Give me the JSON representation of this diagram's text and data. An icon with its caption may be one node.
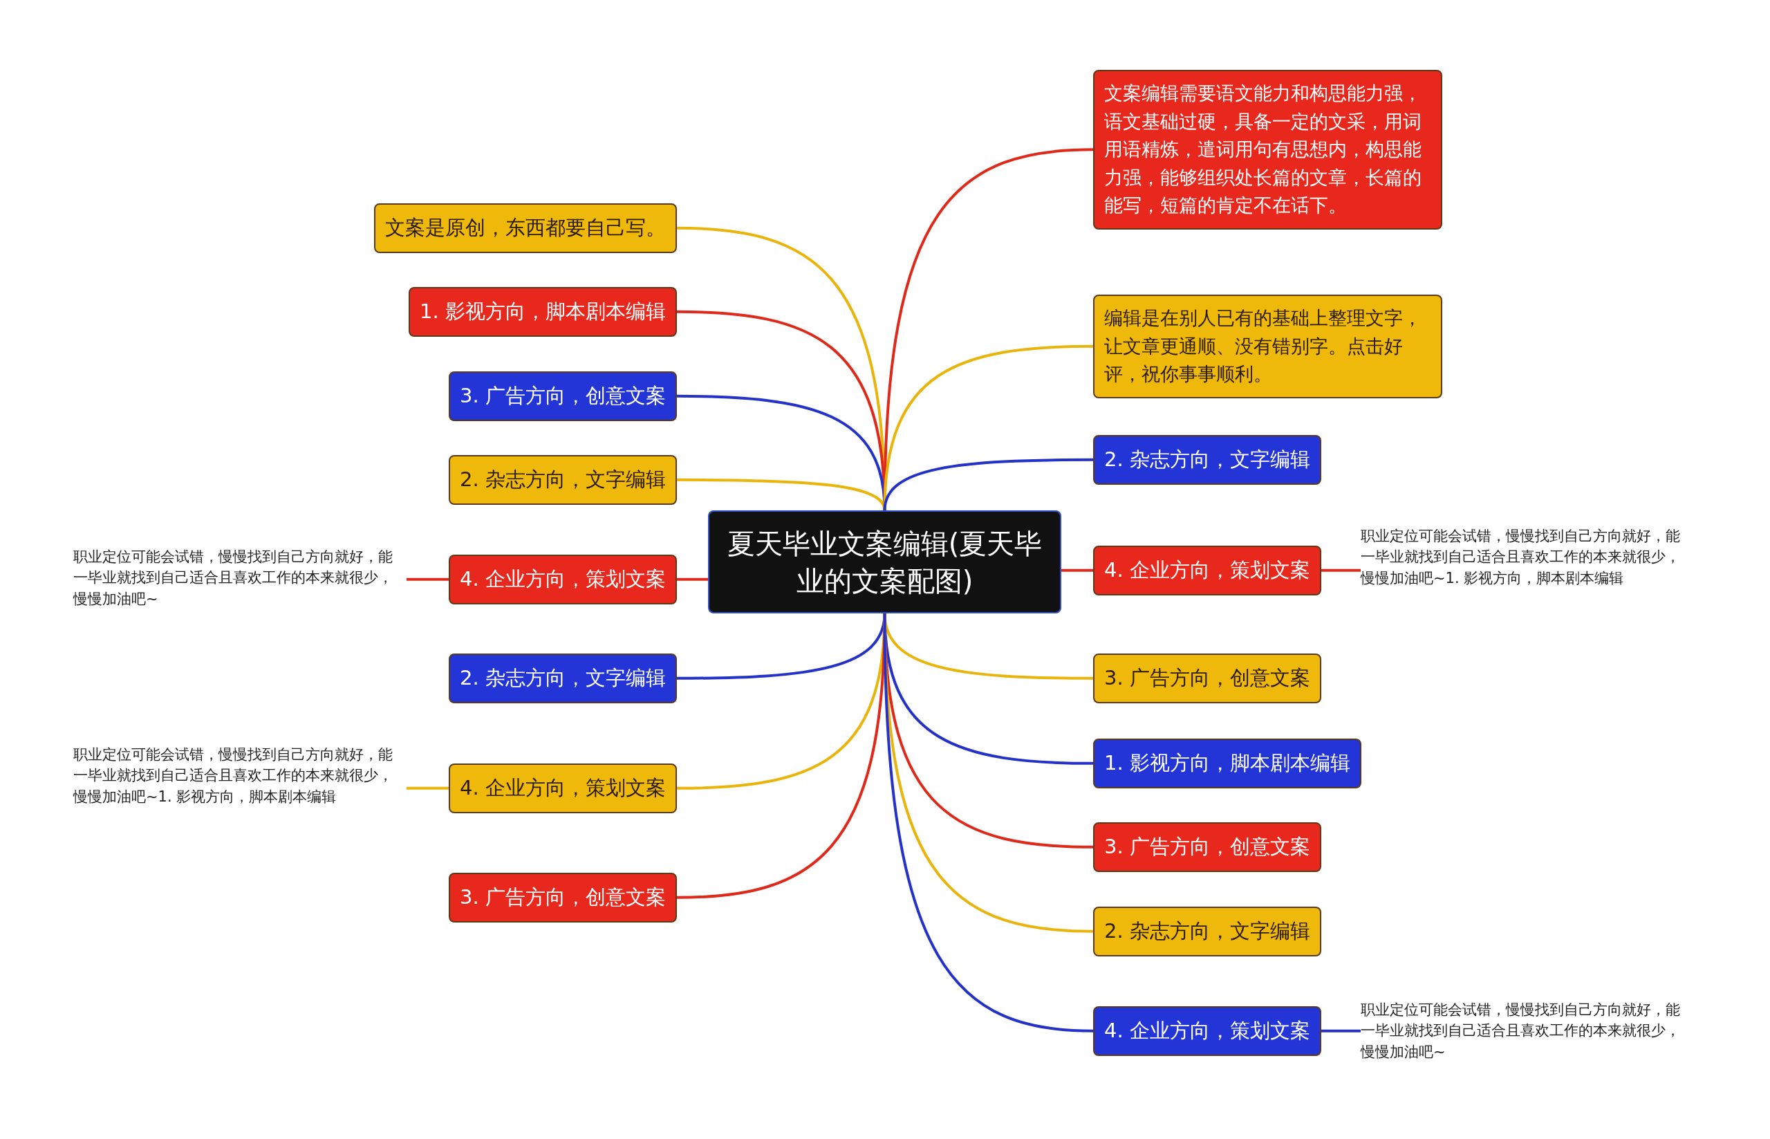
{
  "diagram": {
    "nodes": [
      {
        "text": [
          "夏天毕业文案编辑(夏天毕业的文案配图)"
        ]
      },
      {
        "text": [
          "文案是原创，东西都要自己写。"
        ]
      },
      {
        "text": [
          "1. 影视方向，脚本剧本编辑"
        ]
      },
      {
        "text": [
          "3. 广告方向，创意文案"
        ]
      },
      {
        "text": [
          "2. 杂志方向，文字编辑"
        ]
      },
      {
        "text": [
          "4. 企业方向，策划文案"
        ]
      },
      {
        "text": [
          "职业定位可能会试错，慢慢找到自己方向就好，能一毕业就找到自己适合且喜欢工作的本来就很少，慢慢加油吧~"
        ]
      },
      {
        "text": [
          "2. 杂志方向，文字编辑"
        ]
      },
      {
        "text": [
          "4. 企业方向，策划文案"
        ]
      },
      {
        "text": [
          "职业定位可能会试错，慢慢找到自己方向就好，能一毕业就找到自己适合且喜欢工作的本来就很少，慢慢加油吧~1. 影视方向，脚本剧本编辑"
        ]
      },
      {
        "text": [
          "3. 广告方向，创意文案"
        ]
      },
      {
        "text": [
          "文案编辑需要语文能力和构思能力强，语文基础过硬，具备一定的文采，用词用语精炼，遣词用句有思想内，构思能力强，能够组织处长篇的文章，长篇的能写，短篇的肯定不在话下。"
        ]
      },
      {
        "text": [
          "编辑是在别人已有的基础上整理文字，让文章更通顺、没有错别字。点击好评，祝你事事顺利。"
        ]
      },
      {
        "text": [
          "2. 杂志方向，文字编辑"
        ]
      },
      {
        "text": [
          "4. 企业方向，策划文案"
        ]
      },
      {
        "text": [
          "职业定位可能会试错，慢慢找到自己方向就好，能一毕业就找到自己适合且喜欢工作的本来就很少，慢慢加油吧~1. 影视方向，脚本剧本编辑"
        ]
      },
      {
        "text": [
          "3. 广告方向，创意文案"
        ]
      },
      {
        "text": [
          "1. 影视方向，脚本剧本编辑"
        ]
      },
      {
        "text": [
          "3. 广告方向，创意文案"
        ]
      },
      {
        "text": [
          "2. 杂志方向，文字编辑"
        ]
      },
      {
        "text": [
          "4. 企业方向，策划文案"
        ]
      },
      {
        "text": [
          "职业定位可能会试错，慢慢找到自己方向就好，能一毕业就找到自己适合且喜欢工作的本来就很少，慢慢加油吧~"
        ]
      }
    ],
    "edges": [
      {
        "from": 0,
        "to": 1,
        "arrow": "none",
        "color": "#e9b50c"
      },
      {
        "from": 0,
        "to": 2,
        "arrow": "none",
        "color": "#dd2a1a"
      },
      {
        "from": 0,
        "to": 3,
        "arrow": "none",
        "color": "#2432c8"
      },
      {
        "from": 0,
        "to": 4,
        "arrow": "none",
        "color": "#e9b50c"
      },
      {
        "from": 0,
        "to": 5,
        "arrow": "none",
        "color": "#dd2a1a"
      },
      {
        "from": 5,
        "to": 6,
        "arrow": "none",
        "color": "#dd2a1a"
      },
      {
        "from": 0,
        "to": 7,
        "arrow": "none",
        "color": "#2432c8"
      },
      {
        "from": 0,
        "to": 8,
        "arrow": "none",
        "color": "#e9b50c"
      },
      {
        "from": 8,
        "to": 9,
        "arrow": "none",
        "color": "#e9b50c"
      },
      {
        "from": 0,
        "to": 10,
        "arrow": "none",
        "color": "#dd2a1a"
      },
      {
        "from": 0,
        "to": 11,
        "arrow": "none",
        "color": "#dd2a1a"
      },
      {
        "from": 0,
        "to": 12,
        "arrow": "none",
        "color": "#e9b50c"
      },
      {
        "from": 0,
        "to": 13,
        "arrow": "none",
        "color": "#2432c8"
      },
      {
        "from": 0,
        "to": 14,
        "arrow": "none",
        "color": "#dd2a1a"
      },
      {
        "from": 14,
        "to": 15,
        "arrow": "none",
        "color": "#dd2a1a"
      },
      {
        "from": 0,
        "to": 16,
        "arrow": "none",
        "color": "#e9b50c"
      },
      {
        "from": 0,
        "to": 17,
        "arrow": "none",
        "color": "#2432c8"
      },
      {
        "from": 0,
        "to": 18,
        "arrow": "none",
        "color": "#dd2a1a"
      },
      {
        "from": 0,
        "to": 19,
        "arrow": "none",
        "color": "#e9b50c"
      },
      {
        "from": 0,
        "to": 20,
        "arrow": "none",
        "color": "#2432c8"
      },
      {
        "from": 20,
        "to": 21,
        "arrow": "none",
        "color": "#2432c8"
      }
    ]
  }
}
